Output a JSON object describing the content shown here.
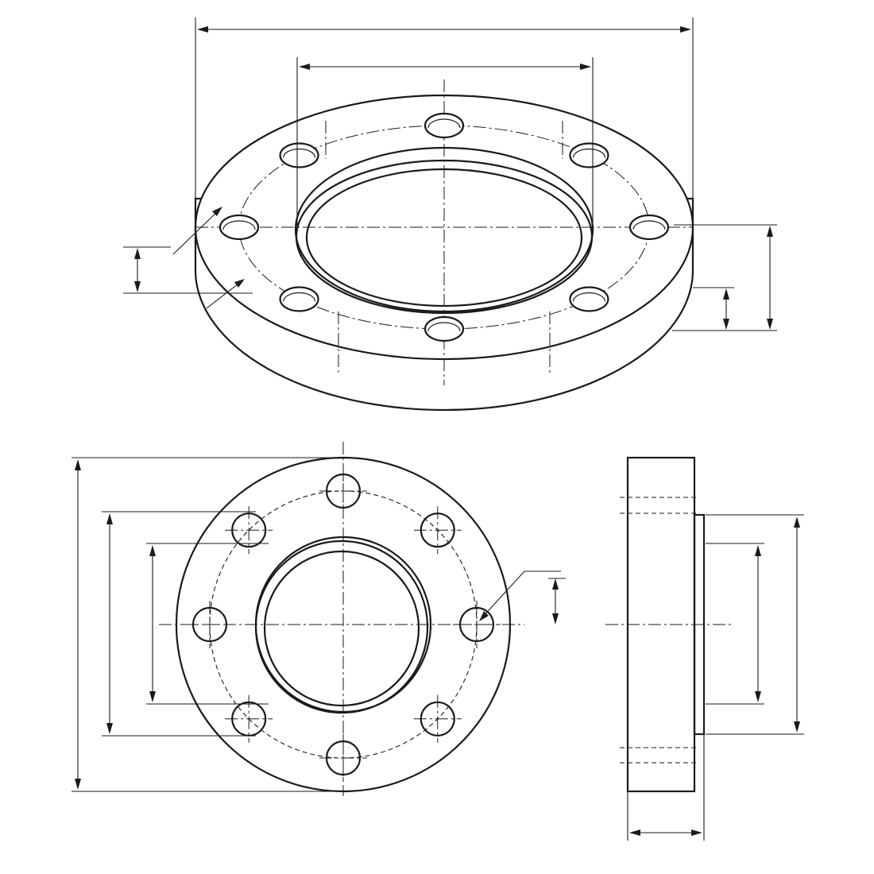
{
  "drawing": {
    "subject": "flange",
    "bolt_hole_count": 8,
    "views": [
      {
        "id": "isometric-view"
      },
      {
        "id": "front-view"
      },
      {
        "id": "side-view"
      }
    ],
    "line_color": "#1a1a1a",
    "background": "#ffffff"
  }
}
